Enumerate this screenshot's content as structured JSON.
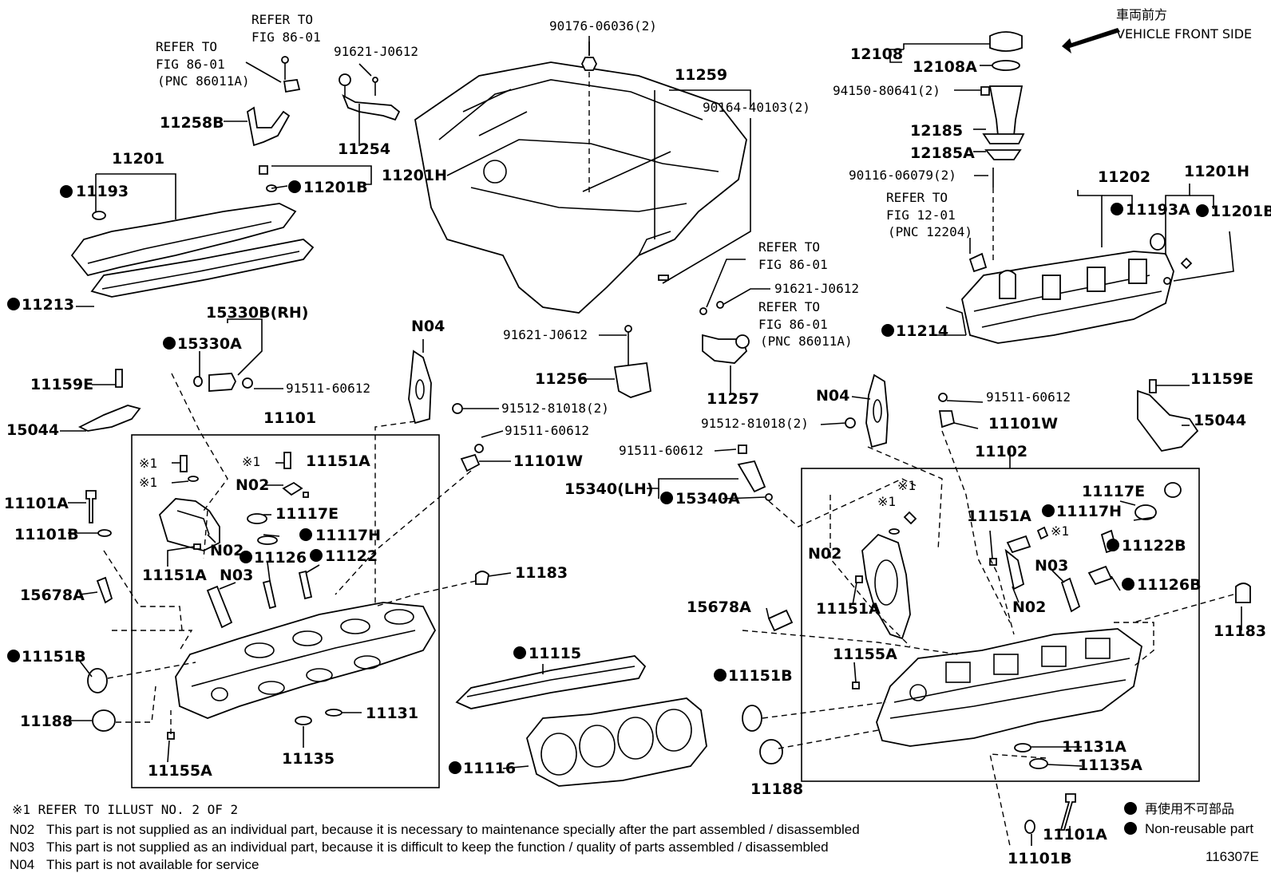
{
  "header": {
    "front_jp": "車両前方",
    "front_en": "VEHICLE FRONT SIDE"
  },
  "callouts": {
    "p90176": "90176-06036(2)",
    "p11259": "11259",
    "p90164": "90164-40103(2)",
    "refer1": "REFER TO",
    "refer1b": "FIG 86-01",
    "refer2": "REFER TO",
    "refer2b": "FIG 86-01",
    "refer2c": "(PNC 86011A)",
    "p91621a": "91621-J0612",
    "p11258B": "11258B",
    "p11254": "11254",
    "p11201": "11201",
    "p11193": "11193",
    "p11201B": "11201B",
    "p11201H": "11201H",
    "p11213": "11213",
    "p15330B": "15330B(RH)",
    "p15330A": "15330A",
    "p11159E": "11159E",
    "p91511a": "91511-60612",
    "p15044": "15044",
    "p11101": "11101",
    "pN04a": "N04",
    "p91512a": "91512-81018(2)",
    "p91511b": "91511-60612",
    "p11101W": "11101W",
    "star1a": "※1",
    "star1b": "※1",
    "star1c": "※1",
    "p11151A": "11151A",
    "pN02a": "N02",
    "p11117E": "11117E",
    "p11117H": "11117H",
    "p11101A": "11101A",
    "p11101B": "11101B",
    "pN02b": "N02",
    "p11126": "11126",
    "p11122": "11122",
    "p11151Ab": "11151A",
    "pN03": "N03",
    "p11183": "11183",
    "p15678A": "15678A",
    "p11151B": "11151B",
    "p11115": "11115",
    "p11188": "11188",
    "p11131": "11131",
    "p11135": "11135",
    "p11155A": "11155A",
    "p11116": "11116",
    "p91621b": "91621-J0612",
    "p11256": "11256",
    "refer3": "REFER TO",
    "refer3b": "FIG 86-01",
    "p91621c": "91621-J0612",
    "refer4": "REFER TO",
    "refer4b": "FIG 86-01",
    "refer4c": "(PNC 86011A)",
    "p11257": "11257",
    "p91511c": "91511-60612",
    "p15340LH": "15340(LH)",
    "p15340A": "15340A",
    "pN04b": "N04",
    "p91512b": "91512-81018(2)",
    "r12108": "12108",
    "r12108A": "12108A",
    "r94150": "94150-80641(2)",
    "r12185": "12185",
    "r12185A": "12185A",
    "r90116": "90116-06079(2)",
    "r11202": "11202",
    "r11201H": "11201H",
    "rRefer": "REFER TO",
    "rReferb": "FIG 12-01",
    "rReferc": "(PNC 12204)",
    "r11193A": "11193A",
    "r11201B": "11201B",
    "r11214": "11214",
    "r11159E": "11159E",
    "r91511": "91511-60612",
    "r15044": "15044",
    "r11101W": "11101W",
    "r11102": "11102",
    "r11117E": "11117E",
    "rStar1": "※1",
    "rStar1b": "※1",
    "r11151A": "11151A",
    "rStar1c": "※1",
    "r11117H": "11117H",
    "rN02": "N02",
    "r11122B": "11122B",
    "rN03": "N03",
    "r11126B": "11126B",
    "r11151Ab": "11151A",
    "rN02b": "N02",
    "r15678A": "15678A",
    "r11183": "11183",
    "r11155A": "11155A",
    "r11151B": "11151B",
    "r11188": "11188",
    "r11131A": "11131A",
    "r11135A": "11135A",
    "r11101A": "11101A",
    "r11101B": "11101B"
  },
  "notes": {
    "n1": "※1  REFER  TO  ILLUST  NO. 2  OF  2",
    "n2_code": "N02",
    "n2": "This part is not supplied as an individual part, because it is necessary to maintenance specially after the part assembled / disassembled",
    "n3_code": "N03",
    "n3": "This part is not supplied as an individual part, because it is difficult to keep the function / quality of parts  assembled / disassembled",
    "n4_code": "N04",
    "n4": "This part is not available for service"
  },
  "legend": {
    "jp": "再使用不可部品",
    "en": "Non-reusable part"
  },
  "figure_id": "116307E"
}
